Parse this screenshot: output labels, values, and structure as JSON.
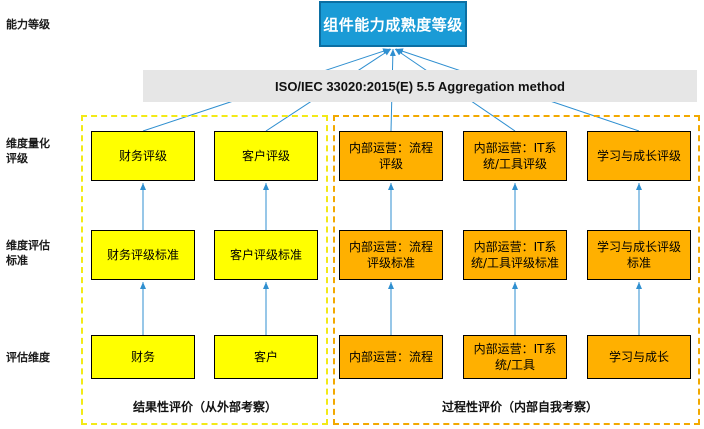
{
  "row_labels": {
    "level": "能力等级",
    "quant": "维度量化评级",
    "std": "维度评估标准",
    "dim": "评估维度"
  },
  "top_box": "组件能力成熟度等级",
  "iso_band": "ISO/IEC 33020:2015(E) 5.5 Aggregation method",
  "columns": [
    {
      "rating": "财务评级",
      "standard": "财务评级标准",
      "dimension": "财务"
    },
    {
      "rating": "客户评级",
      "standard": "客户评级标准",
      "dimension": "客户"
    },
    {
      "rating": "内部运营：流程评级",
      "standard": "内部运营：流程评级标准",
      "dimension": "内部运营：流程"
    },
    {
      "rating": "内部运营：IT系统/工具评级",
      "standard": "内部运营：IT系统/工具评级标准",
      "dimension": "内部运营：IT系统/工具"
    },
    {
      "rating": "学习与成长评级",
      "standard": "学习与成长评级标准",
      "dimension": "学习与成长"
    }
  ],
  "group_captions": {
    "result": "结果性评价（从外部考察）",
    "process": "过程性评价（内部自我考察）"
  },
  "colors": {
    "top_box": "#1a9bd6",
    "yellow_box": "#ffff00",
    "orange_box": "#ffb000",
    "arrow": "#2f8fd0"
  }
}
